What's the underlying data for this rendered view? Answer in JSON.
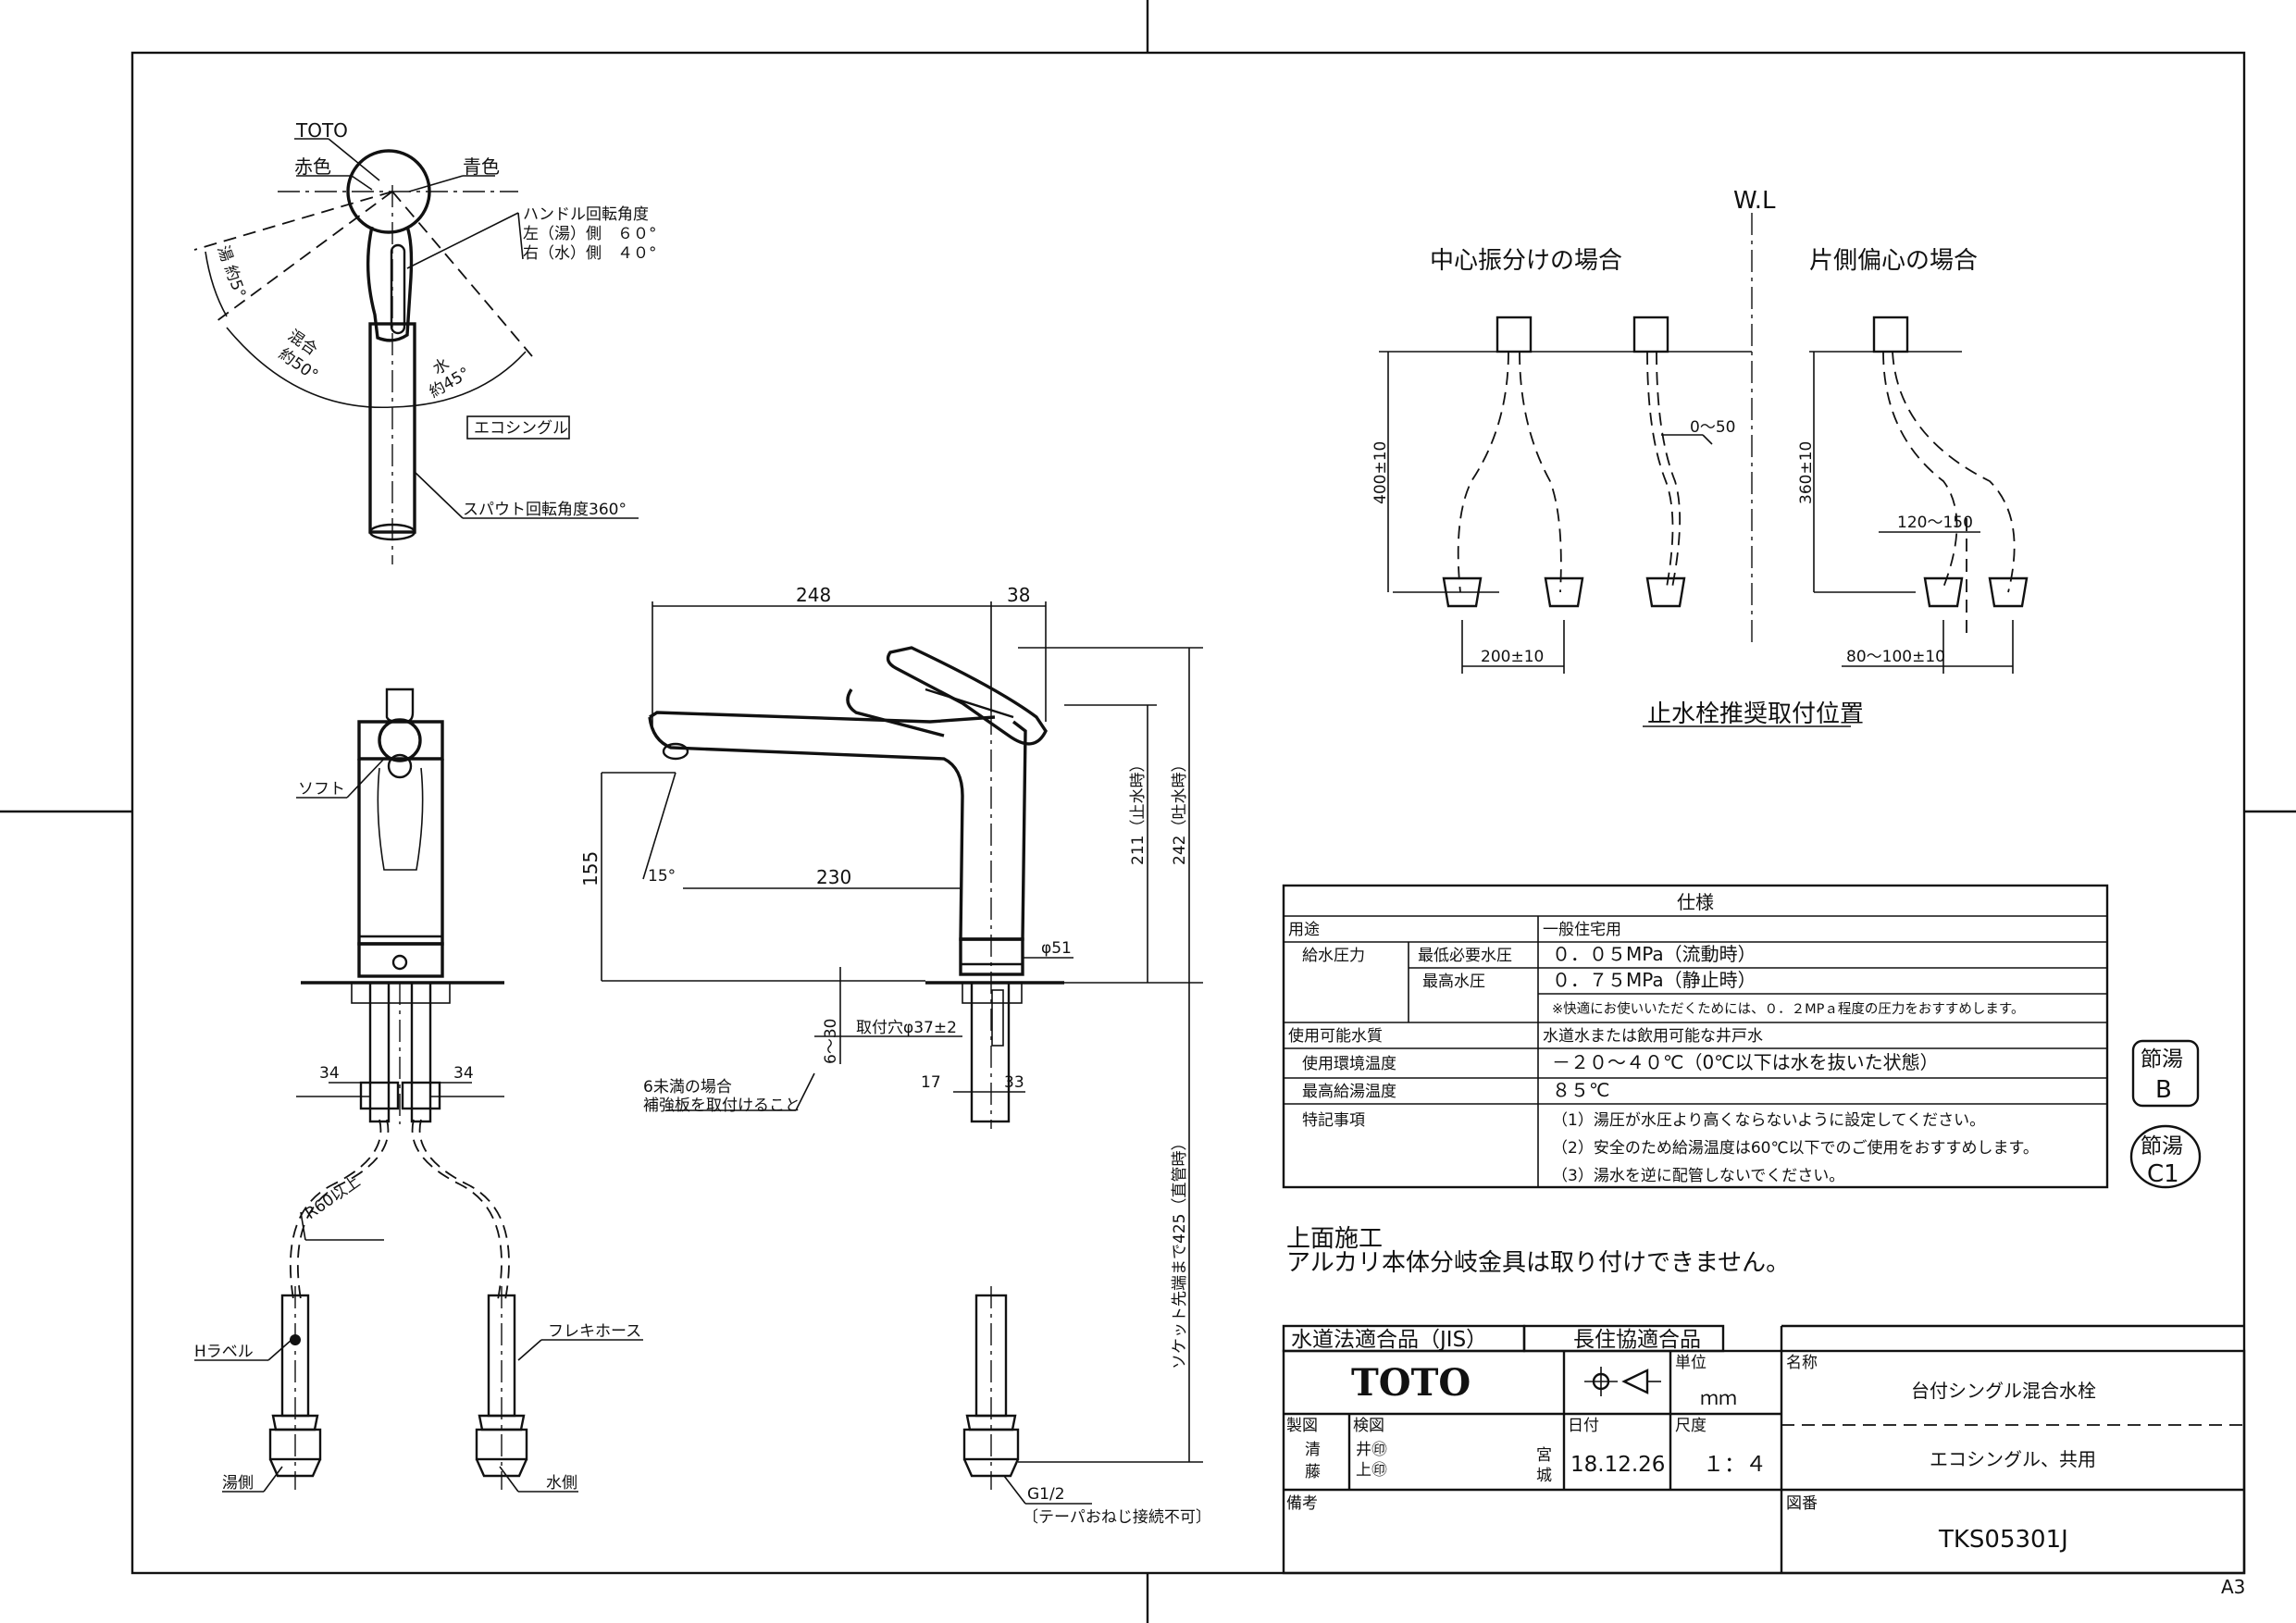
{
  "top_view": {
    "brand": "TOTO",
    "red": "赤色",
    "blue": "青色",
    "handle_angle_title": "ハンドル回転角度",
    "handle_left": "左（湯）側　６０°",
    "handle_right": "右（水）側　４０°",
    "hot": "湯",
    "hot_angle": "約5°",
    "mix": "混合",
    "mix_angle": "約50°",
    "water": "水",
    "water_angle": "約45°",
    "eco_label": "エコシングル",
    "spout_rotation": "スパウト回転角度360°"
  },
  "front_view": {
    "soft": "ソフト",
    "dim_left": "34",
    "dim_right": "34",
    "radius": "R60以上",
    "h_label": "Hラベル",
    "flexi_hose": "フレキホース",
    "hot_side": "湯側",
    "water_side": "水側"
  },
  "side_view": {
    "dim_248": "248",
    "dim_38": "38",
    "dim_155": "155",
    "dim_15": "15°",
    "dim_230": "230",
    "dim_51": "φ51",
    "dim_211": "211（止水時）",
    "dim_242": "242（吐水時）",
    "dim_6_30": "6～30",
    "hole": "取付穴φ37±2",
    "dim_17": "17",
    "dim_33": "33",
    "note_6_a": "6未満の場合",
    "note_6_b": "補強板を取付けること",
    "socket": "ソケット先端まで425（直管時）",
    "g12": "G1/2",
    "taper": "〔テーパおねじ接続不可〕"
  },
  "install": {
    "wl": "W.L",
    "center_title": "中心振分けの場合",
    "side_title": "片側偏心の場合",
    "dim_400": "400±10",
    "dim_0_50": "0～50",
    "dim_360": "360±10",
    "dim_120_150": "120～150",
    "dim_200": "200±10",
    "dim_80_100": "80～100±10",
    "caption": "止水栓推奨取付位置"
  },
  "spec": {
    "title": "仕様",
    "rows": [
      {
        "label": "用途",
        "sub": "",
        "value": "一般住宅用"
      },
      {
        "label": "給水圧力",
        "sub": "最低必要水圧",
        "value": "０．０５MPa（流動時）"
      },
      {
        "label": "",
        "sub": "最高水圧",
        "value": "０．７５MPa（静止時）"
      },
      {
        "label": "",
        "sub": "",
        "value": "※快適にお使いいただくためには、０．２MPａ程度の圧力をおすすめします。"
      },
      {
        "label": "使用可能水質",
        "sub": "",
        "value": "水道水または飲用可能な井戸水"
      },
      {
        "label": "使用環境温度",
        "sub": "",
        "value": "－２０～４０℃（0℃以下は水を抜いた状態）"
      },
      {
        "label": "最高給湯温度",
        "sub": "",
        "value": "８５℃"
      },
      {
        "label": "特記事項",
        "sub": "",
        "value": "（1）湯圧が水圧より高くならないように設定してください。"
      },
      {
        "label": "",
        "sub": "",
        "value": "（2）安全のため給湯温度は60℃以下でのご使用をおすすめします。"
      },
      {
        "label": "",
        "sub": "",
        "value": "（3）湯水を逆に配管しないでください。"
      }
    ]
  },
  "badges": {
    "b1_top": "節湯",
    "b1_bottom": "B",
    "b2_top": "節湯",
    "b2_bottom": "C1"
  },
  "notes": {
    "line1": "上面施工",
    "line2": "アルカリ本体分岐金具は取り付けできません。"
  },
  "title_block": {
    "jis": "水道法適合品（JIS）",
    "chojuu": "長住協適合品",
    "brand": "TOTO",
    "unit_label": "単位",
    "unit_value": "ｍｍ",
    "name_label": "名称",
    "name_value": "台付シングル混合水栓",
    "sub_value": "エコシングル、共用",
    "drawn_label": "製図",
    "drawn_value_1": "清",
    "drawn_value_2": "藤",
    "check_label": "検図",
    "check_value_1": "井㊞",
    "check_value_2": "上㊞",
    "check_value_3": "宮",
    "check_value_4": "城",
    "date_label": "日付",
    "date_value": "18.12.26",
    "scale_label": "尺度",
    "scale_value": "１：４",
    "remarks_label": "備考",
    "drawing_no_label": "図番",
    "drawing_no_value": "TKS05301J"
  },
  "sheet_size": "A3"
}
